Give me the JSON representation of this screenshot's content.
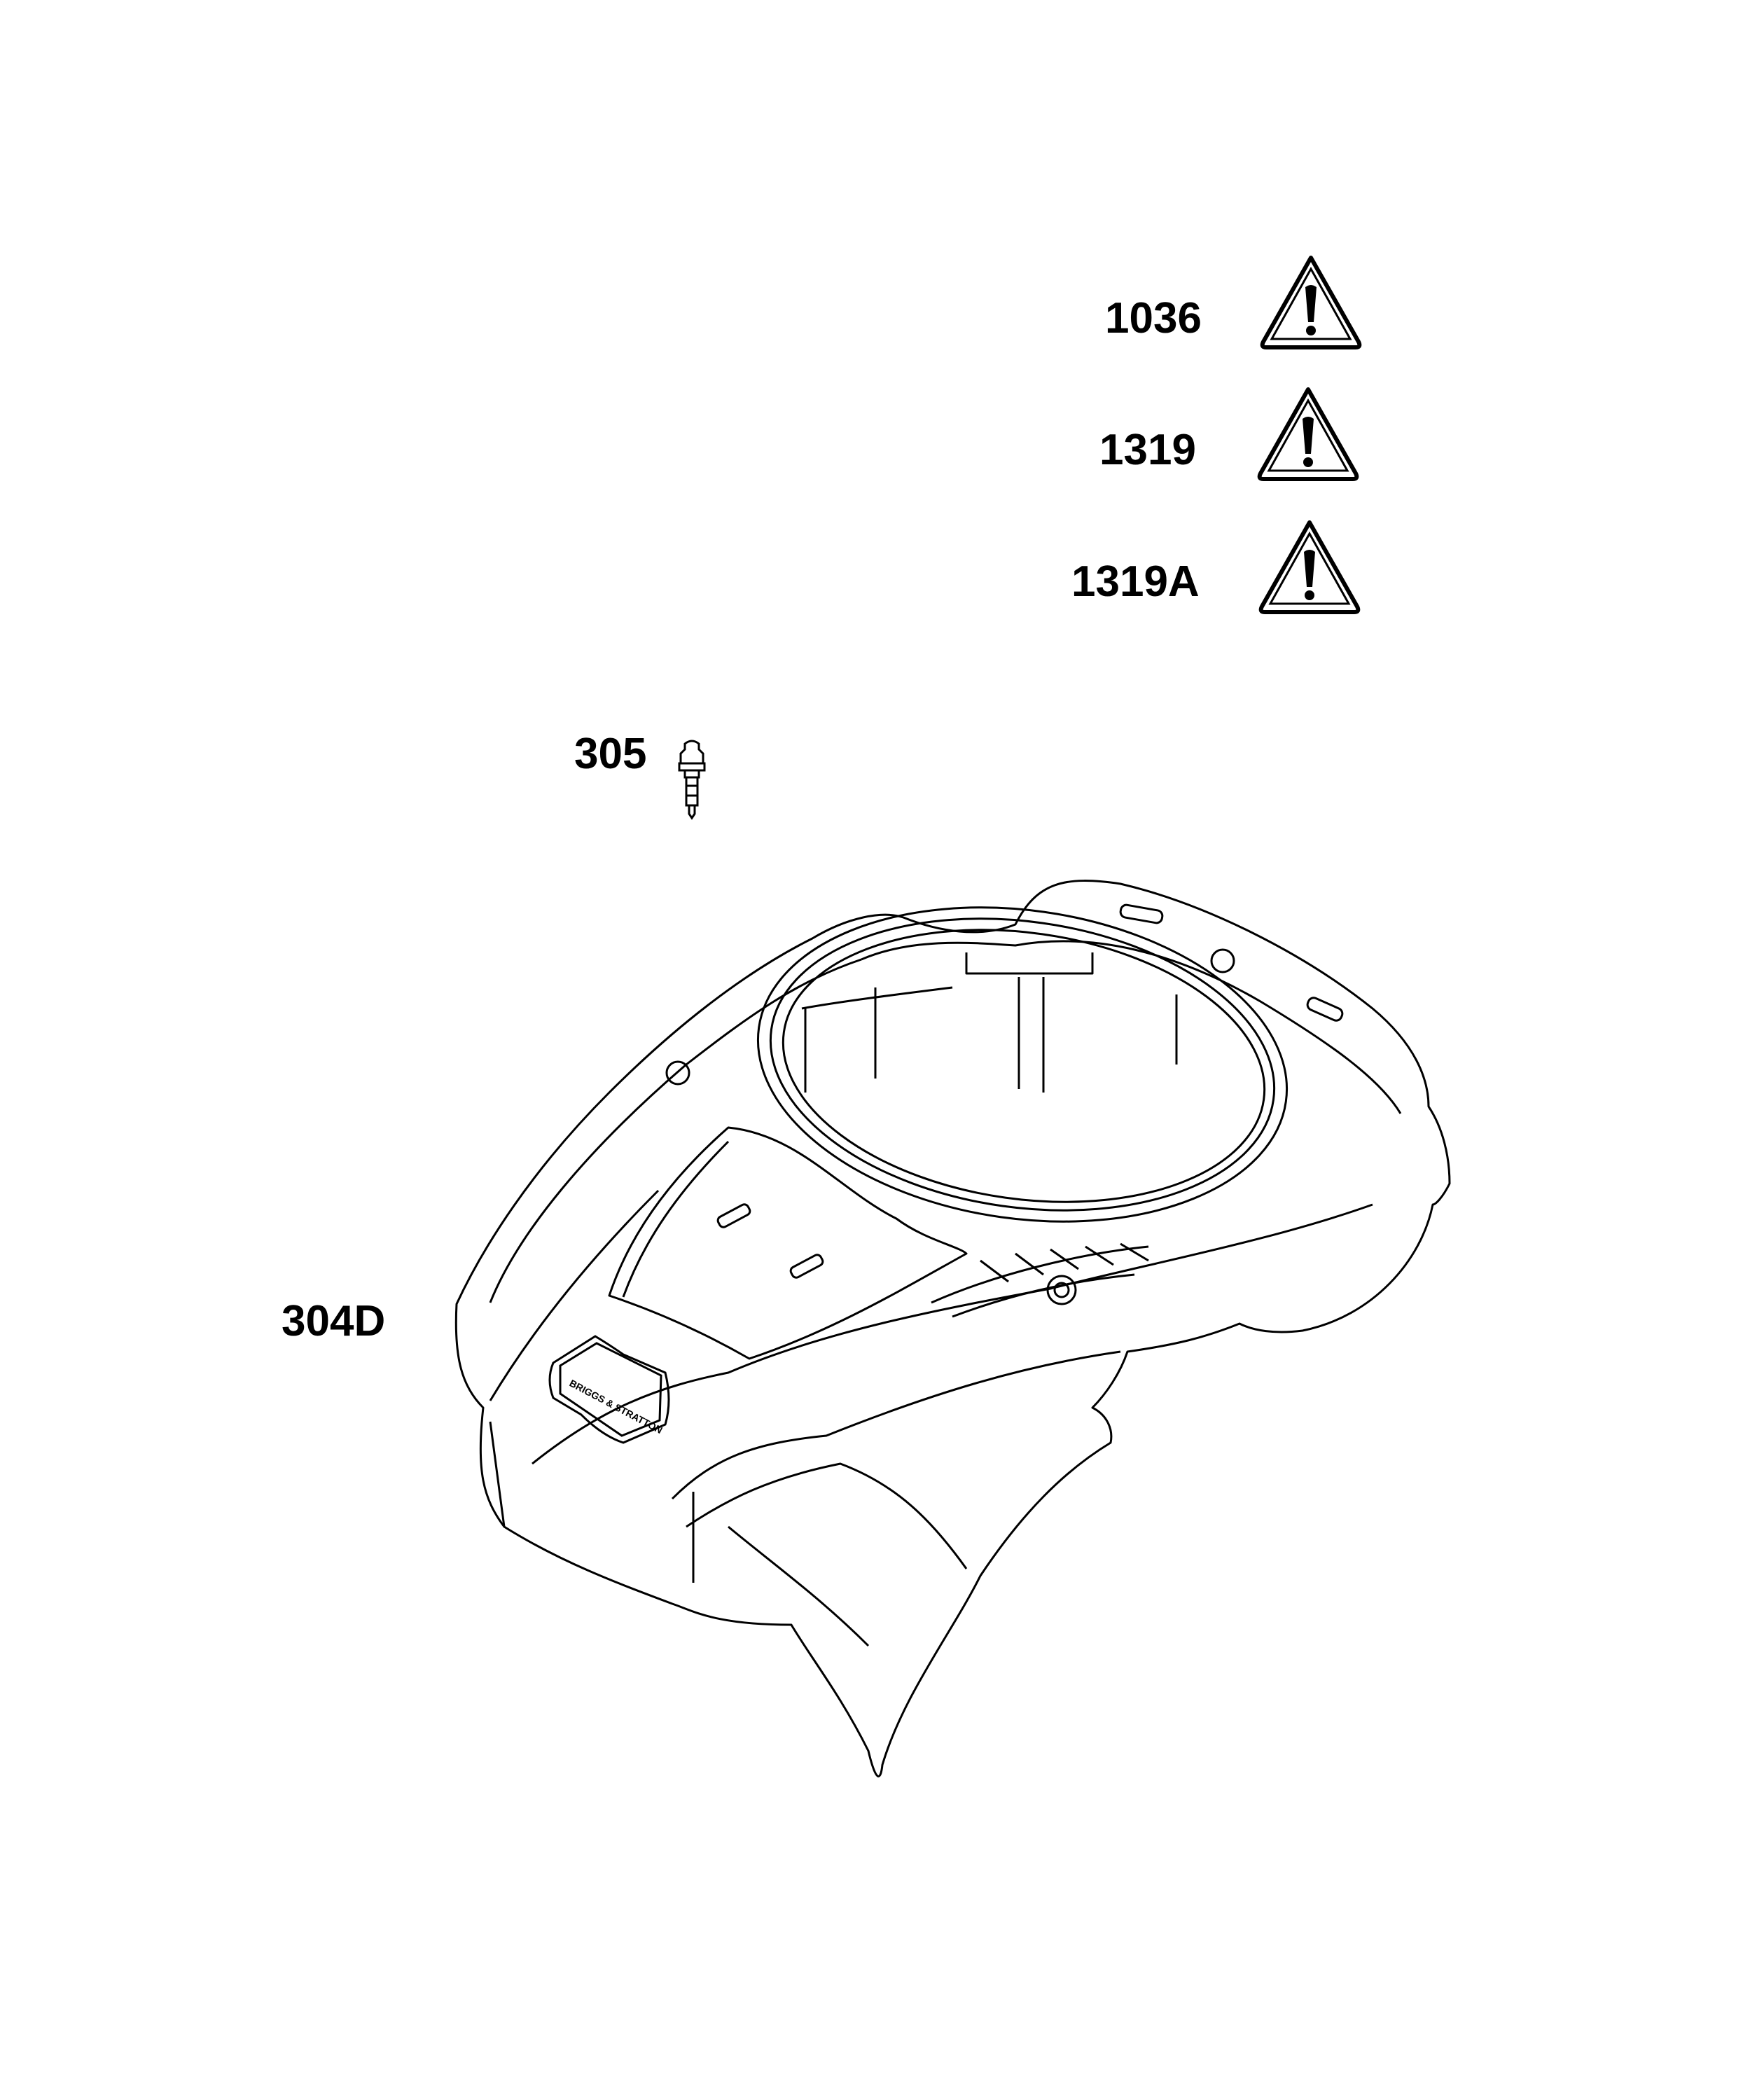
{
  "callouts": {
    "part_1036": "1036",
    "part_1319": "1319",
    "part_1319a": "1319A",
    "part_305": "305",
    "part_304d": "304D"
  },
  "icons": {
    "warning": "warning-triangle-icon"
  },
  "logo_text": "BRIGGS & STRATTON",
  "colors": {
    "line": "#000000",
    "background": "#ffffff"
  }
}
